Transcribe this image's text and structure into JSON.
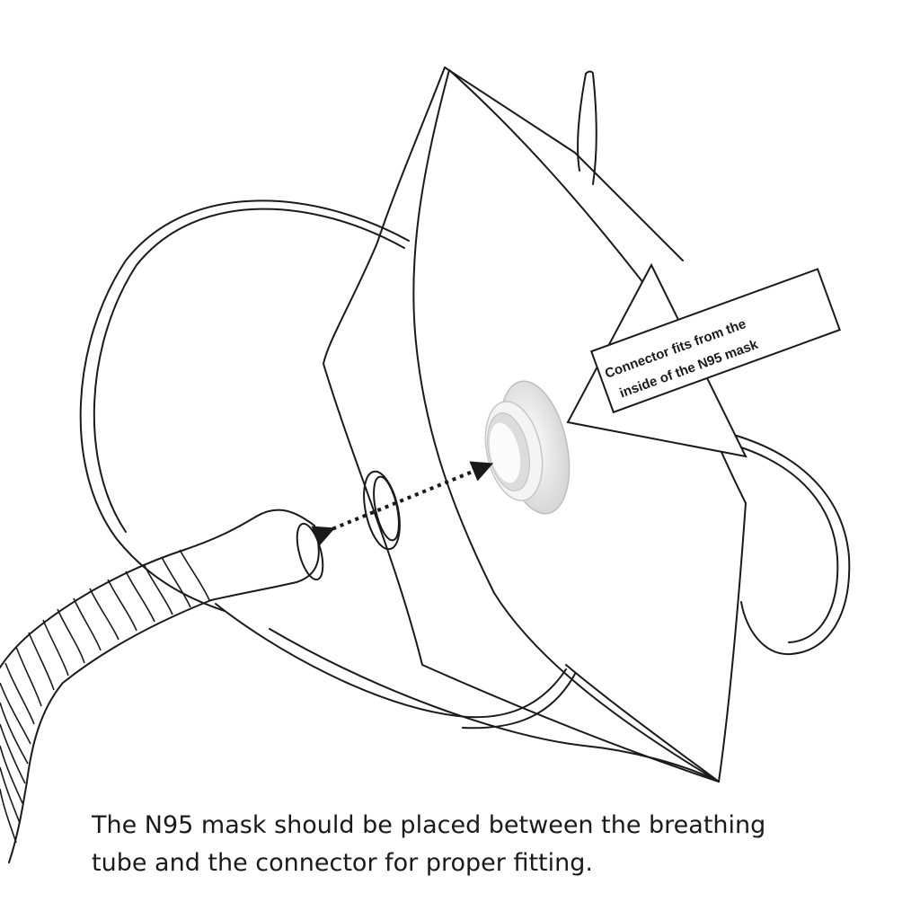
{
  "diagram": {
    "callout": {
      "line1": "Connector fits from the",
      "line2": "inside of the N95 mask"
    },
    "caption": {
      "line1": "The N95 mask should be placed between the breathing",
      "line2": "tube and the connector for proper fitting."
    },
    "colors": {
      "line": "#1a1a1a",
      "connector": "#f2f2f2",
      "connector_shade": "#d6d6d6",
      "background": "#ffffff"
    }
  }
}
